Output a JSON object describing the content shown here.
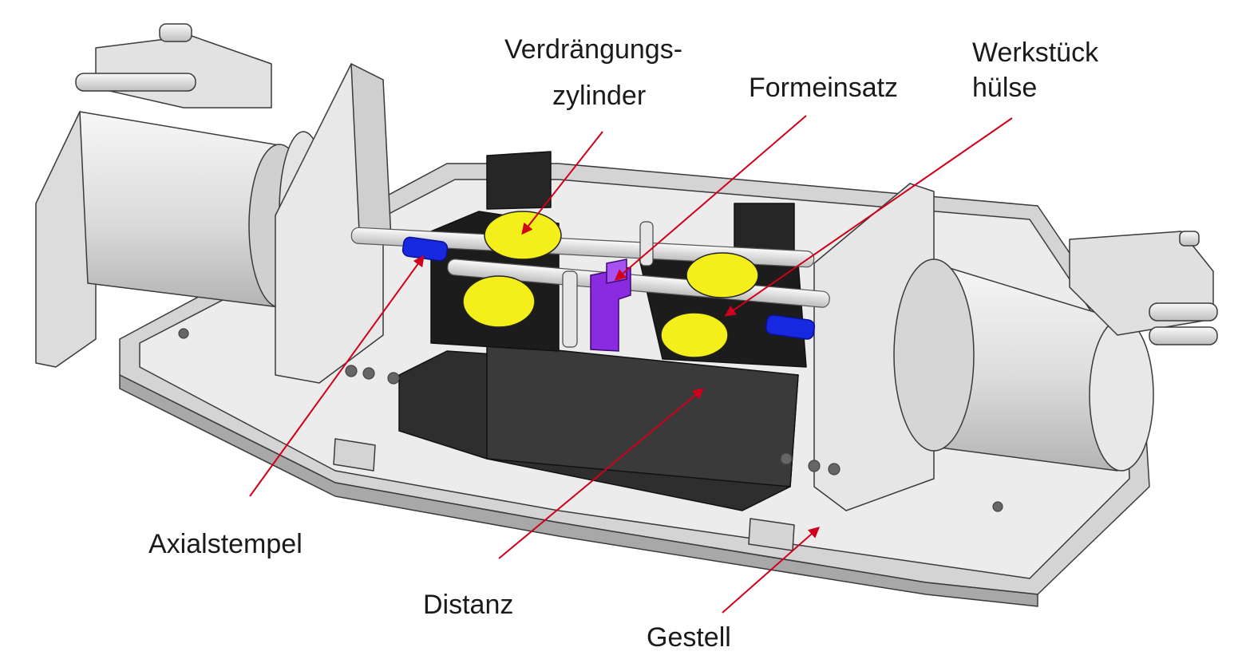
{
  "labels": {
    "verdraengung_line1": "Verdrängungs-",
    "verdraengung_line2": "zylinder",
    "formeinsatz": "Formeinsatz",
    "werkstueck_line1": "Werkstück",
    "werkstueck_line2": "hülse",
    "axialstempel": "Axialstempel",
    "distanz": "Distanz",
    "gestell": "Gestell"
  },
  "colors": {
    "frame_light": "#ececec",
    "frame_mid": "#d4d4d4",
    "frame_shadow": "#a8a8a8",
    "block_dark": "#2e2e2e",
    "block_darker": "#1c1c1c",
    "coil_yellow": "#f4ee1a",
    "punch_blue": "#1628e0",
    "mold_purple": "#8a2be2",
    "arrow_red": "#d0001a",
    "outline": "#3a3a3a"
  }
}
